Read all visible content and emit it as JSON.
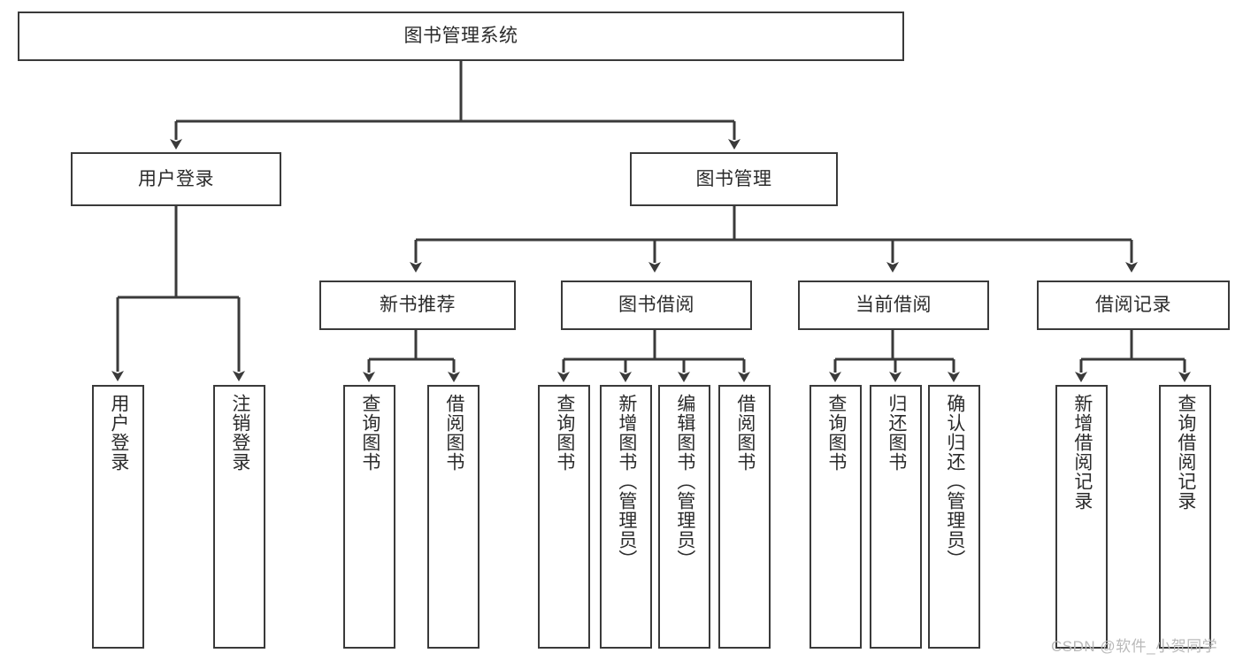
{
  "diagram": {
    "title": "图书管理系统",
    "watermark": "CSDN @软件_小贺同学",
    "theme": {
      "border_color": "#3a3a3a",
      "text_color": "#2b2b2b",
      "edge_color": "#3a3a3a",
      "background": "#ffffff",
      "watermark_color": "#b9b9b9"
    },
    "root": {
      "label": "图书管理系统"
    },
    "level1": [
      {
        "label": "用户登录"
      },
      {
        "label": "图书管理"
      }
    ],
    "level2": [
      {
        "label": "新书推荐"
      },
      {
        "label": "图书借阅"
      },
      {
        "label": "当前借阅"
      },
      {
        "label": "借阅记录"
      }
    ],
    "leaves": {
      "user_login": [
        {
          "label": "用户登录"
        },
        {
          "label": "注销登录"
        }
      ],
      "new_book": [
        {
          "label": "查询图书"
        },
        {
          "label": "借阅图书"
        }
      ],
      "book_borrow": [
        {
          "label": "查询图书"
        },
        {
          "label": "新增图书（管理员）"
        },
        {
          "label": "编辑图书（管理员）"
        },
        {
          "label": "借阅图书"
        }
      ],
      "current_borrow": [
        {
          "label": "查询图书"
        },
        {
          "label": "归还图书"
        },
        {
          "label": "确认归还（管理员）"
        }
      ],
      "borrow_record": [
        {
          "label": "新增借阅记录"
        },
        {
          "label": "查询借阅记录"
        }
      ]
    }
  }
}
